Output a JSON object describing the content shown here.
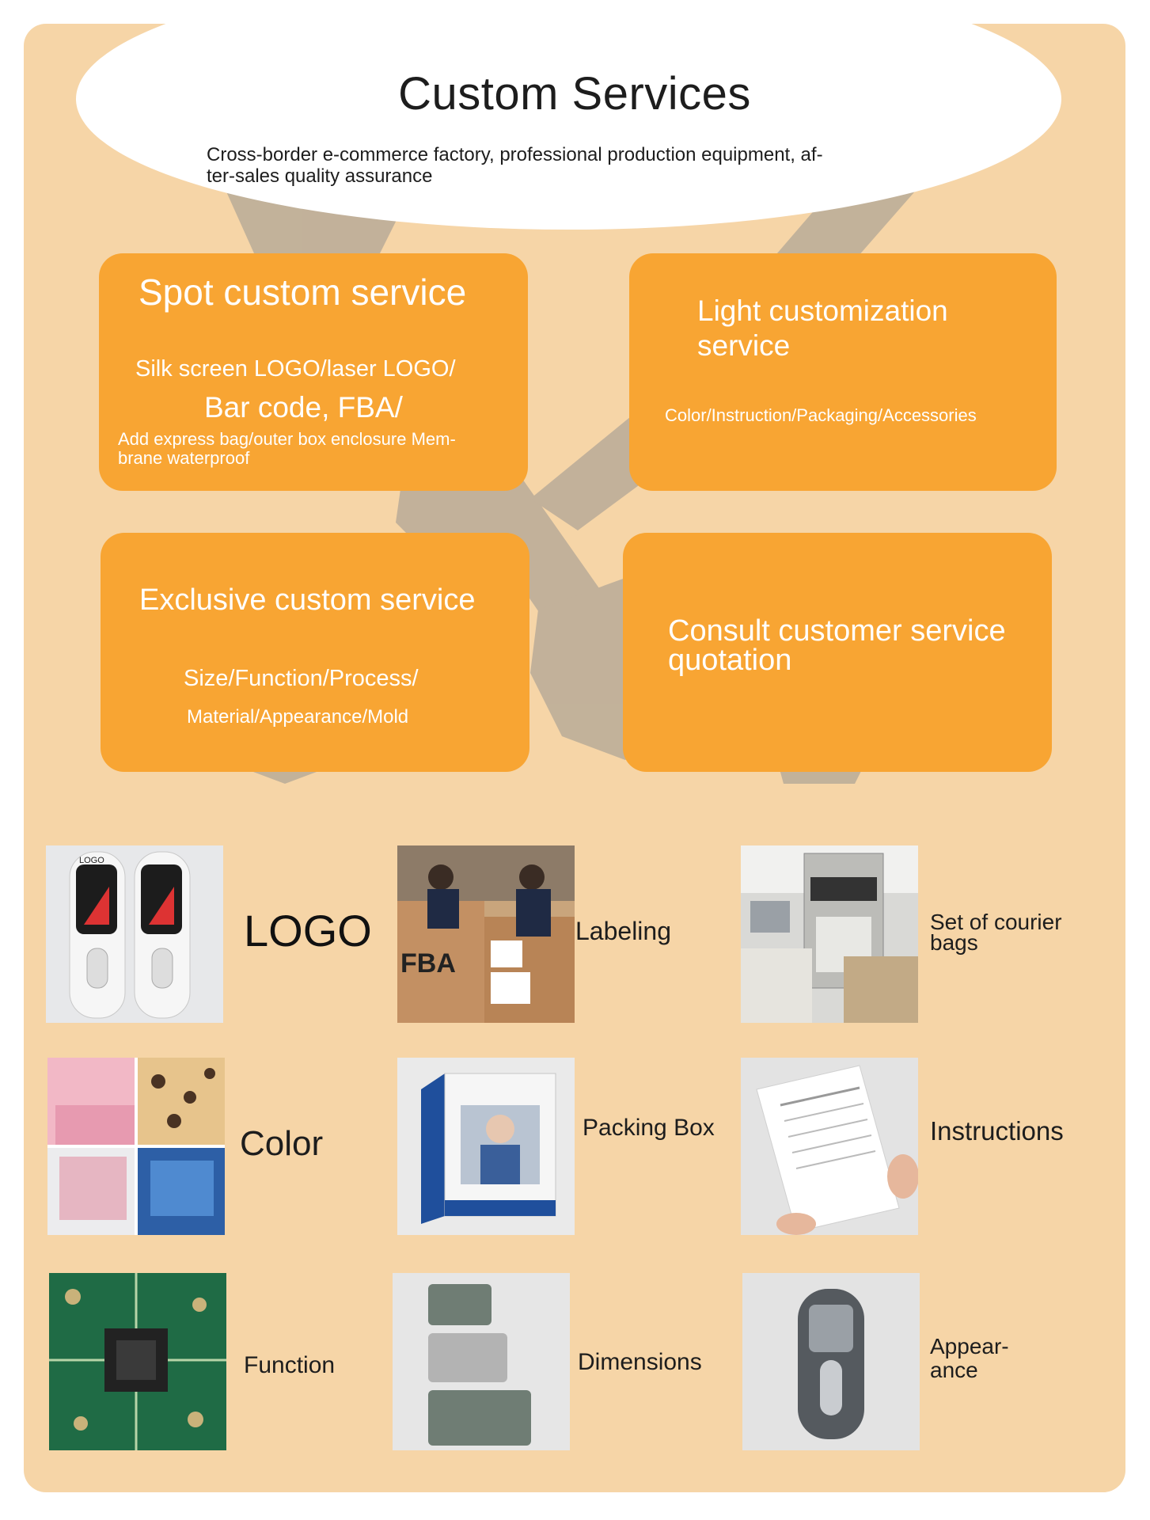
{
  "page": {
    "title": "Custom Services",
    "subtitle_line1": "Cross-border e-commerce factory, professional production equipment, af-",
    "subtitle_line2": "ter-sales quality assurance"
  },
  "cards": {
    "spot": {
      "title": "Spot custom service",
      "line1": "Silk screen LOGO/laser LOGO/",
      "line2": "Bar code, FBA/",
      "line3a": "Add express bag/outer box enclosure Mem-",
      "line3b": "brane waterproof"
    },
    "light": {
      "title_a": "Light customization",
      "title_b": "service",
      "line1": "Color/Instruction/Packaging/Accessories"
    },
    "exclusive": {
      "title": "Exclusive custom service",
      "line1": "Size/Function/Process/",
      "line2": "Material/Appearance/Mold"
    },
    "consult": {
      "title_a": "Consult customer service",
      "title_b": "quotation"
    }
  },
  "items": {
    "logo": {
      "label": "LOGO",
      "photo_text": "LOGO"
    },
    "labeling": {
      "label": "Labeling",
      "photo_text": "FBA"
    },
    "courier": {
      "label_a": "Set of courier",
      "label_b": "bags"
    },
    "color": {
      "label": "Color"
    },
    "packing": {
      "label": "Packing Box"
    },
    "instructions": {
      "label": "Instructions"
    },
    "function": {
      "label": "Function"
    },
    "dimensions": {
      "label": "Dimensions"
    },
    "appearance": {
      "label_a": "Appear-",
      "label_b": "ance"
    }
  },
  "colors": {
    "background": "#f6d5a7",
    "card": "#f8a533",
    "wrench": "#b9ab98",
    "text_dark": "#1d1d1d"
  }
}
